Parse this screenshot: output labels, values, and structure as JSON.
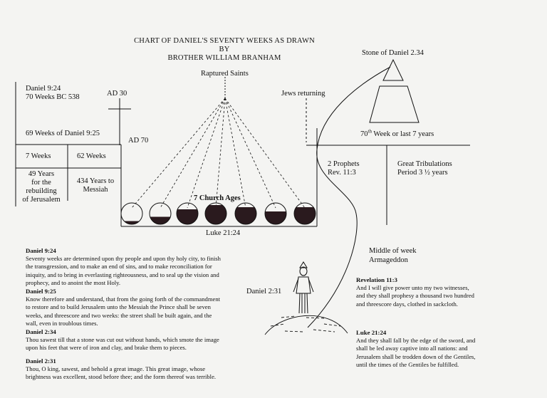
{
  "title": {
    "line1": "CHART OF DANIEL'S SEVENTY WEEKS AS DRAWN",
    "line2": "BY",
    "line3": "BROTHER WILLIAM BRANHAM"
  },
  "labels": {
    "raptured_saints": "Raptured Saints",
    "stone_of_daniel": "Stone of Daniel 2.34",
    "daniel_924_header": "Daniel 9:24",
    "seventy_weeks": "70 Weeks BC 538",
    "ad30": "AD 30",
    "jews_returning": "Jews returning",
    "sixty_nine_weeks": "69 Weeks of Daniel 9:25",
    "ad70": "AD 70",
    "seventieth_week_num": "70",
    "seventieth_week_sup": "th",
    "seventieth_week_rest": " Week or last 7 years",
    "seven_weeks": "7 Weeks",
    "sixty_two_weeks": "62 Weeks",
    "forty_nine_years": [
      "49 Years",
      "for the",
      "rebuilding",
      "of Jerusalem"
    ],
    "four_thirty_four_years": [
      "434 Years to",
      "Messiah"
    ],
    "two_prophets": [
      "2 Prophets",
      "Rev. 11:3"
    ],
    "great_tribulation": [
      "Great Tribulations",
      "Period 3 ½ years"
    ],
    "seven_church_ages": "7 Church Ages",
    "luke_2124": "Luke 21:24",
    "middle_of_week": [
      "Middle of week",
      "Armageddon"
    ],
    "daniel_231_label": "Daniel 2:31"
  },
  "moon_fills": [
    0.15,
    0.35,
    0.7,
    0.9,
    0.8,
    0.6,
    0.8
  ],
  "scriptures": [
    {
      "ref": "Daniel 9:24",
      "text": "Seventy weeks are determined upon thy people and upon thy holy city, to finish the transgression, and to make an end of sins, and to make reconciliation for iniquity, and to bring in everlasting righteousness, and to seal up the vision and prophecy, and to anoint the most Holy."
    },
    {
      "ref": "Daniel 9:25",
      "text": "Know therefore and understand, that from the going forth of the commandment to restore and to build Jerusalem unto the Messiah the Prince shall be seven weeks, and threescore and two weeks: the street shall be built again, and the wall, even in troublous times."
    },
    {
      "ref": "Daniel 2:34",
      "text": "Thou sawest till that a stone was cut out without hands, which smote the image upon his feet that were of iron and clay, and brake them to pieces."
    },
    {
      "ref": "Daniel 2:31",
      "text": "Thou, O king, sawest, and behold a great image. This great image, whose brightness was excellent, stood before thee; and the form thereof was terrible."
    },
    {
      "ref": "Revelation 11:3",
      "text": "And I will give power unto my two witnesses, and they shall prophesy a thousand two hundred and threescore days, clothed in sackcloth."
    },
    {
      "ref": "Luke 21:24",
      "text": "And they shall fall by the edge of the sword, and shall be led away captive into all nations: and Jerusalem shall be trodden down of the Gentiles, until the times of the Gentiles be fulfilled."
    }
  ]
}
